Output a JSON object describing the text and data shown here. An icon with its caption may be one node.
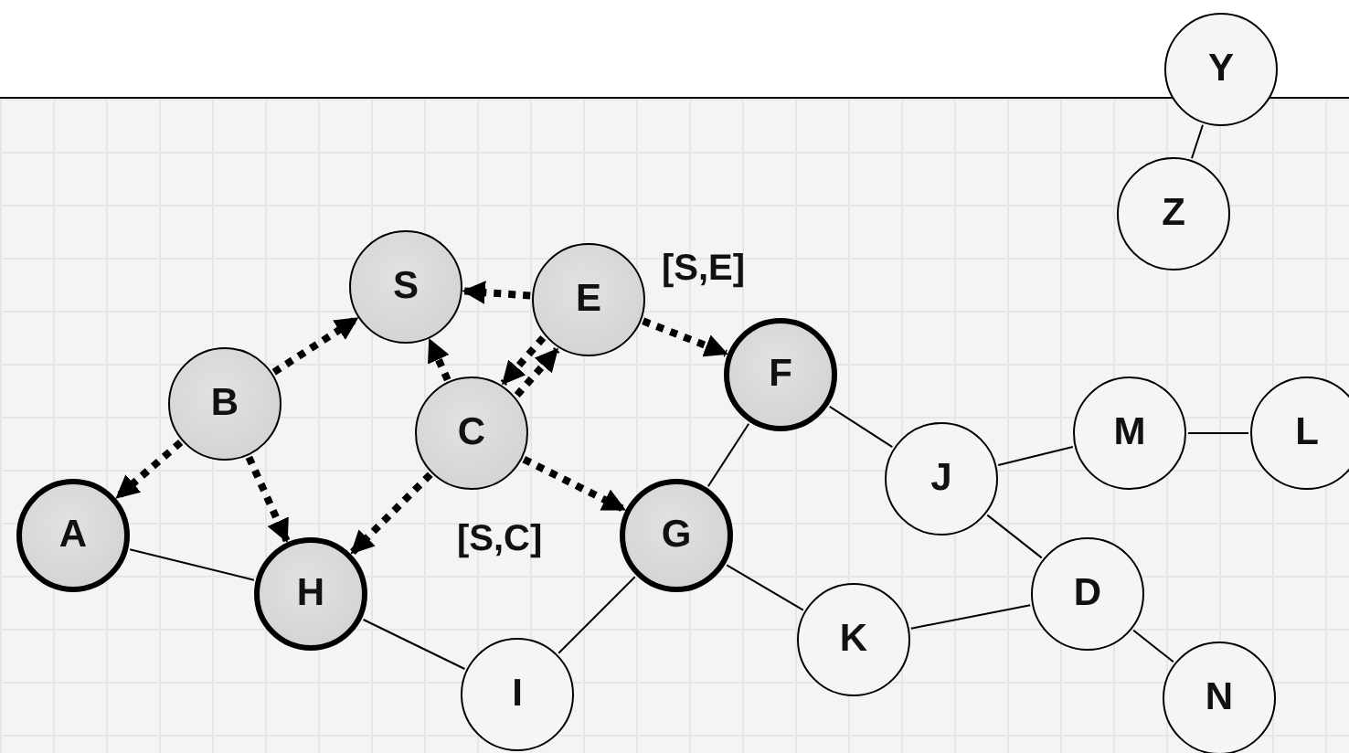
{
  "diagram": {
    "nodes": [
      {
        "text": [
          "S"
        ]
      },
      {
        "text": [
          "E"
        ]
      },
      {
        "text": [
          "B"
        ]
      },
      {
        "text": [
          "C"
        ]
      },
      {
        "text": [
          "F"
        ]
      },
      {
        "text": [
          "A"
        ]
      },
      {
        "text": [
          "G"
        ]
      },
      {
        "text": [
          "H"
        ]
      },
      {
        "text": [
          "I"
        ]
      },
      {
        "text": [
          "J"
        ]
      },
      {
        "text": [
          "M"
        ]
      },
      {
        "text": [
          "L"
        ]
      },
      {
        "text": [
          "D"
        ]
      },
      {
        "text": [
          "K"
        ]
      },
      {
        "text": [
          "N"
        ]
      },
      {
        "text": [
          "Y"
        ]
      },
      {
        "text": [
          "Z"
        ]
      }
    ],
    "edges": [
      {
        "from": 1,
        "to": 0,
        "arrow": "to",
        "style": "dashed"
      },
      {
        "from": 2,
        "to": 0,
        "arrow": "to",
        "style": "dashed"
      },
      {
        "from": 2,
        "to": 5,
        "arrow": "to",
        "style": "dashed"
      },
      {
        "from": 2,
        "to": 7,
        "arrow": "to",
        "style": "dashed"
      },
      {
        "from": 3,
        "to": 0,
        "arrow": "to",
        "style": "dashed"
      },
      {
        "from": 1,
        "to": 3,
        "arrow": "to",
        "style": "dashed"
      },
      {
        "from": 3,
        "to": 1,
        "arrow": "to",
        "style": "dashed"
      },
      {
        "from": 3,
        "to": 7,
        "arrow": "to",
        "style": "dashed"
      },
      {
        "from": 3,
        "to": 6,
        "arrow": "to",
        "style": "dashed"
      },
      {
        "from": 1,
        "to": 4,
        "arrow": "to",
        "style": "dashed"
      },
      {
        "from": 5,
        "to": 7,
        "arrow": "none"
      },
      {
        "from": 7,
        "to": 8,
        "arrow": "none"
      },
      {
        "from": 8,
        "to": 6,
        "arrow": "none"
      },
      {
        "from": 6,
        "to": 4,
        "arrow": "none"
      },
      {
        "from": 4,
        "to": 9,
        "arrow": "none"
      },
      {
        "from": 9,
        "to": 10,
        "arrow": "none"
      },
      {
        "from": 10,
        "to": 11,
        "arrow": "none"
      },
      {
        "from": 9,
        "to": 12,
        "arrow": "none"
      },
      {
        "from": 6,
        "to": 13,
        "arrow": "none"
      },
      {
        "from": 13,
        "to": 12,
        "arrow": "none"
      },
      {
        "from": 12,
        "to": 14,
        "arrow": "none"
      },
      {
        "from": 15,
        "to": 16,
        "arrow": "none"
      }
    ],
    "labels": [
      "[S,E]",
      "[S,C]"
    ]
  }
}
